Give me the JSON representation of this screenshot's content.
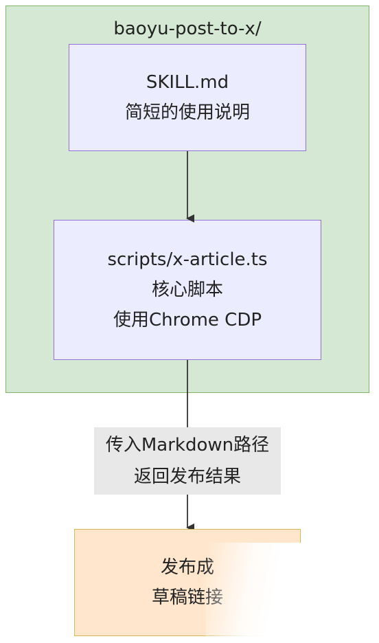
{
  "cluster": {
    "title": "baoyu-post-to-x/"
  },
  "nodes": {
    "skill": {
      "line1": "SKILL.md",
      "line2": "简短的使用说明"
    },
    "script": {
      "line1": "scripts/x-article.ts",
      "line2": "核心脚本",
      "line3": "使用Chrome CDP"
    },
    "result": {
      "line1": "发布成",
      "line2": "草稿链接"
    }
  },
  "edge_label": {
    "line1": "传入Markdown路径",
    "line2": "返回发布结果"
  },
  "colors": {
    "cluster_fill": "#d5e8d4",
    "cluster_border": "#82b366",
    "node_fill": "#ececff",
    "node_border": "#9370db",
    "result_fill": "#ffe6cc",
    "result_border": "#d6b656",
    "edge": "#333333",
    "edge_label_bg": "#e8e8e8"
  }
}
